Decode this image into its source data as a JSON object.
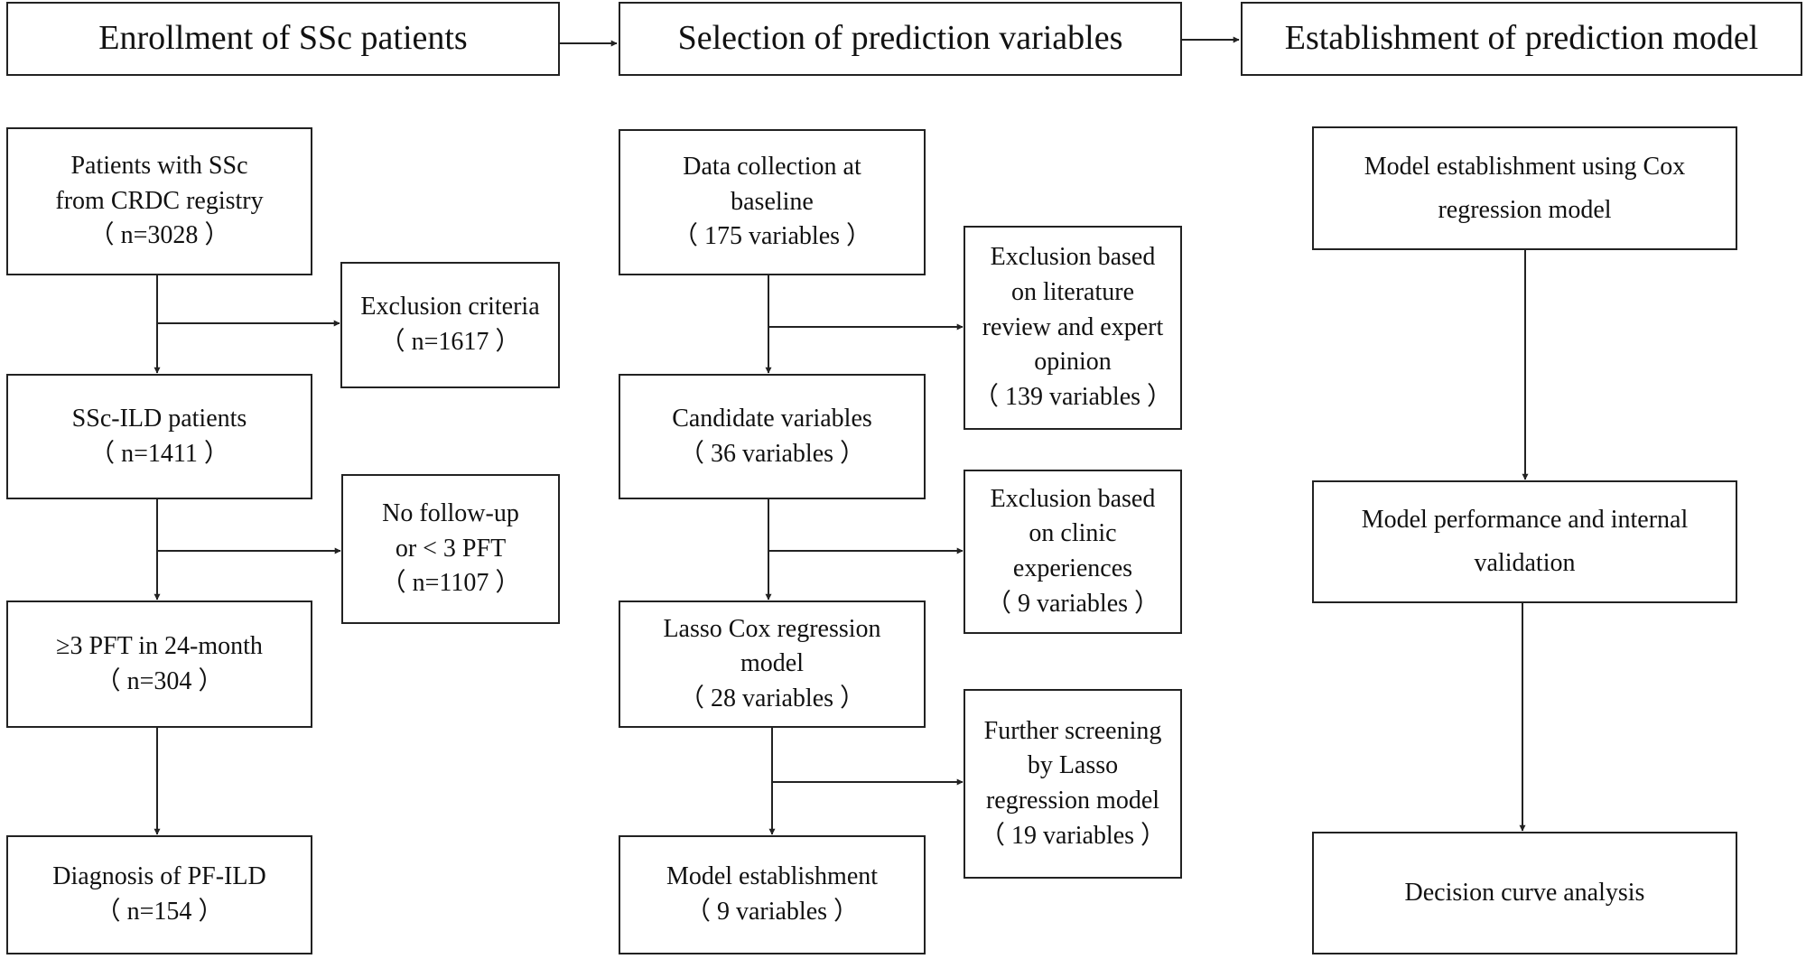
{
  "headers": {
    "enrollment": "Enrollment of SSc patients",
    "selection": "Selection of prediction variables",
    "establishment": "Establishment of prediction model"
  },
  "enrollment": {
    "patients_ssc": [
      "Patients with SSc",
      "from CRDC registry",
      "（ n=3028 ）"
    ],
    "exclusion_criteria": [
      "Exclusion criteria",
      "（ n=1617 ）"
    ],
    "ssc_ild": [
      "SSc-ILD patients",
      "（ n=1411 ）"
    ],
    "no_followup": [
      "No follow-up",
      "or  < 3 PFT",
      "（ n=1107 ）"
    ],
    "pft_24month": [
      "≥3 PFT in 24-month",
      "（ n=304 ）"
    ],
    "diagnosis": [
      "Diagnosis of PF-ILD",
      "（ n=154 ）"
    ]
  },
  "selection": {
    "data_collection": [
      "Data collection at",
      "baseline",
      "（ 175 variables ）"
    ],
    "exclusion_literature": [
      "Exclusion based",
      "on literature",
      "review and expert",
      "opinion",
      "（ 139 variables  ）"
    ],
    "candidate": [
      "Candidate variables",
      "（ 36 variables  ）"
    ],
    "exclusion_clinic": [
      "Exclusion based",
      "on clinic",
      "experiences",
      "（ 9 variables  ）"
    ],
    "lasso_cox": [
      "Lasso Cox regression",
      "model",
      "（ 28 variables  ）"
    ],
    "further_screening": [
      "Further screening",
      "by Lasso",
      "regression model",
      "（ 19 variables  ）"
    ],
    "model_establishment": [
      "Model establishment",
      "（ 9 variables  ）"
    ]
  },
  "establishment": {
    "cox": [
      "Model establishment using Cox",
      "regression model"
    ],
    "performance": [
      "Model performance and internal",
      "validation"
    ],
    "decision_curve": [
      "Decision curve analysis"
    ]
  }
}
